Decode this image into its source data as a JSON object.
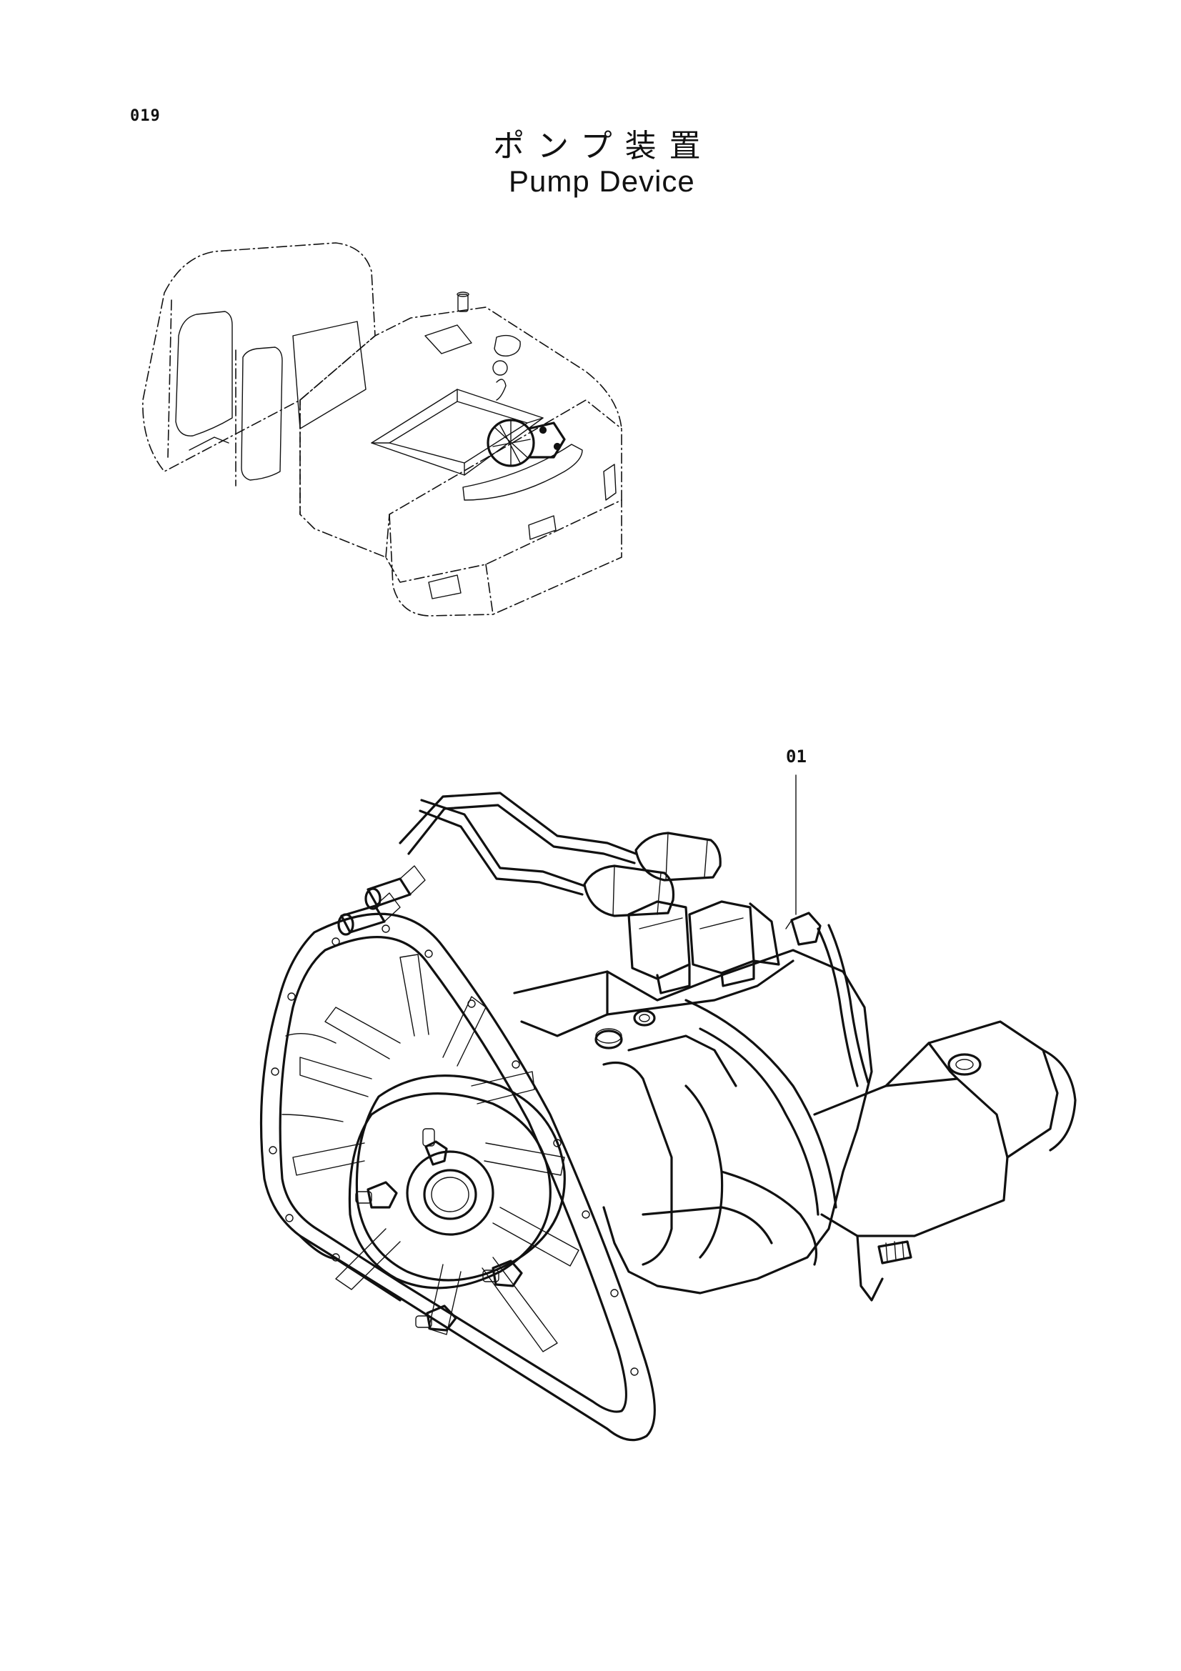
{
  "page": {
    "number": "019",
    "title_ja": "ポンプ装置",
    "title_en": "Pump Device"
  },
  "callouts": [
    {
      "label": "01"
    }
  ]
}
